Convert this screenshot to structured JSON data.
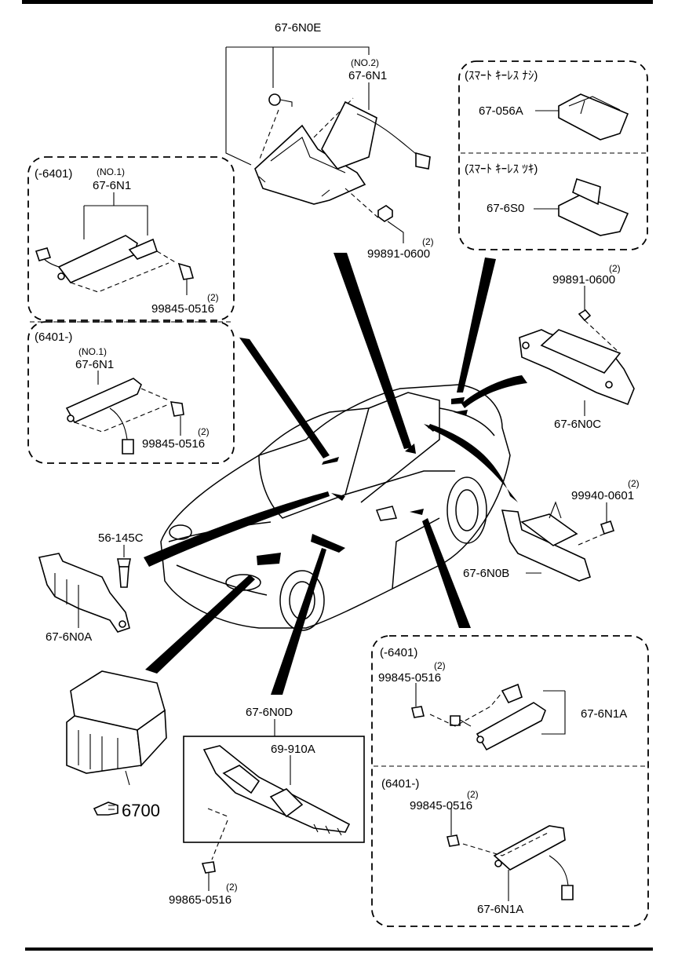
{
  "labels": {
    "n0e": "67-6N0E",
    "no2": "(NO.2)",
    "n1_top": "67-6N1",
    "screw_top": "99891-0600",
    "screw_top_qty": "(2)",
    "box_a_cond": "(-6401)",
    "no1_a": "(NO.1)",
    "n1_a": "67-6N1",
    "screw_a": "99845-0516",
    "screw_a_qty": "(2)",
    "box_b_cond": "(6401-)",
    "no1_b": "(NO.1)",
    "n1_b": "67-6N1",
    "screw_b": "99845-0516",
    "screw_b_qty": "(2)",
    "smart_nashi": "(ｽﾏｰﾄ ｷｰﾚｽ ﾅｼ)",
    "p056a": "67-056A",
    "smart_tsuki": "(ｽﾏｰﾄ ｷｰﾚｽ ﾂｷ)",
    "p6s0": "67-6S0",
    "screw_right": "99891-0600",
    "screw_right_qty": "(2)",
    "n0c": "67-6N0C",
    "nut_right": "99940-0601",
    "nut_right_qty": "(2)",
    "n0b": "67-6N0B",
    "clip": "56-145C",
    "n0a": "67-6N0A",
    "p6700": "6700",
    "n0d": "67-6N0D",
    "p910a": "69-910A",
    "screw_bottom": "99865-0516",
    "screw_bottom_qty": "(2)",
    "box_c_cond": "(-6401)",
    "screw_c": "99845-0516",
    "screw_c_qty": "(2)",
    "n1a_c": "67-6N1A",
    "box_d_cond": "(6401-)",
    "screw_d": "99845-0516",
    "screw_d_qty": "(2)",
    "n1a_d": "67-6N1A"
  },
  "icons": {
    "reference": "pointing-hand-icon"
  }
}
